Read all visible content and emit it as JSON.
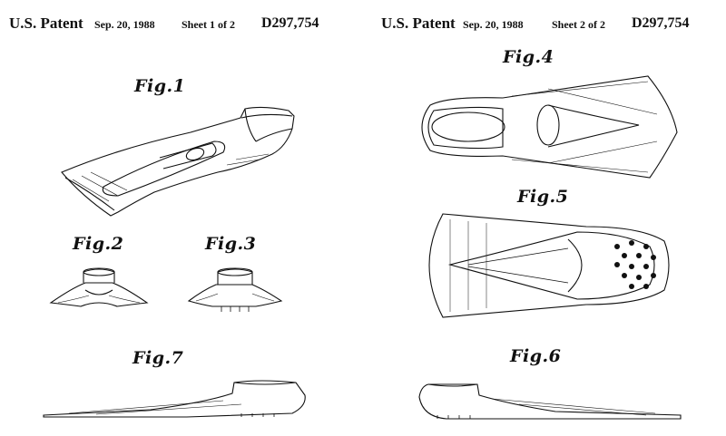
{
  "sheets": [
    {
      "patent_label": "U.S. Patent",
      "date": "Sep. 20, 1988",
      "sheet": "Sheet 1 of 2",
      "number": "D297,754",
      "figures": {
        "fig1": "Fig.1",
        "fig2": "Fig.2",
        "fig3": "Fig.3",
        "fig7": "Fig.7"
      }
    },
    {
      "patent_label": "U.S. Patent",
      "date": "Sep. 20, 1988",
      "sheet": "Sheet 2 of 2",
      "number": "D297,754",
      "figures": {
        "fig4": "Fig.4",
        "fig5": "Fig.5",
        "fig6": "Fig.6"
      }
    }
  ],
  "colors": {
    "ink": "#111111",
    "paper": "#ffffff"
  }
}
